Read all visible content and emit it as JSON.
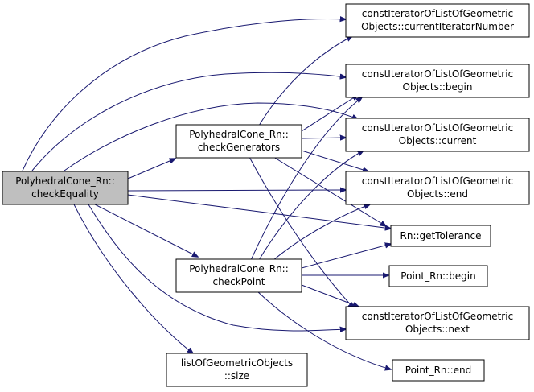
{
  "colors": {
    "edge": "#191970",
    "current_node_fill": "#bfbfbf",
    "node_fill": "#ffffff",
    "node_border": "#000000"
  },
  "nodes": {
    "checkEquality": {
      "line1": "PolyhedralCone_Rn::",
      "line2": "checkEquality"
    },
    "checkGenerators": {
      "line1": "PolyhedralCone_Rn::",
      "line2": "checkGenerators"
    },
    "checkPoint": {
      "line1": "PolyhedralCone_Rn::",
      "line2": "checkPoint"
    },
    "size": {
      "line1": "listOfGeometricObjects",
      "line2": "::size"
    },
    "currentIteratorNumber": {
      "line1": "constIteratorOfListOfGeometric",
      "line2": "Objects::currentIteratorNumber"
    },
    "lbegin": {
      "line1": "constIteratorOfListOfGeometric",
      "line2": "Objects::begin"
    },
    "lcurrent": {
      "line1": "constIteratorOfListOfGeometric",
      "line2": "Objects::current"
    },
    "lend": {
      "line1": "constIteratorOfListOfGeometric",
      "line2": "Objects::end"
    },
    "getTolerance": {
      "line1": "Rn::getTolerance"
    },
    "pbegin": {
      "line1": "Point_Rn::begin"
    },
    "lnext": {
      "line1": "constIteratorOfListOfGeometric",
      "line2": "Objects::next"
    },
    "pend": {
      "line1": "Point_Rn::end"
    }
  }
}
